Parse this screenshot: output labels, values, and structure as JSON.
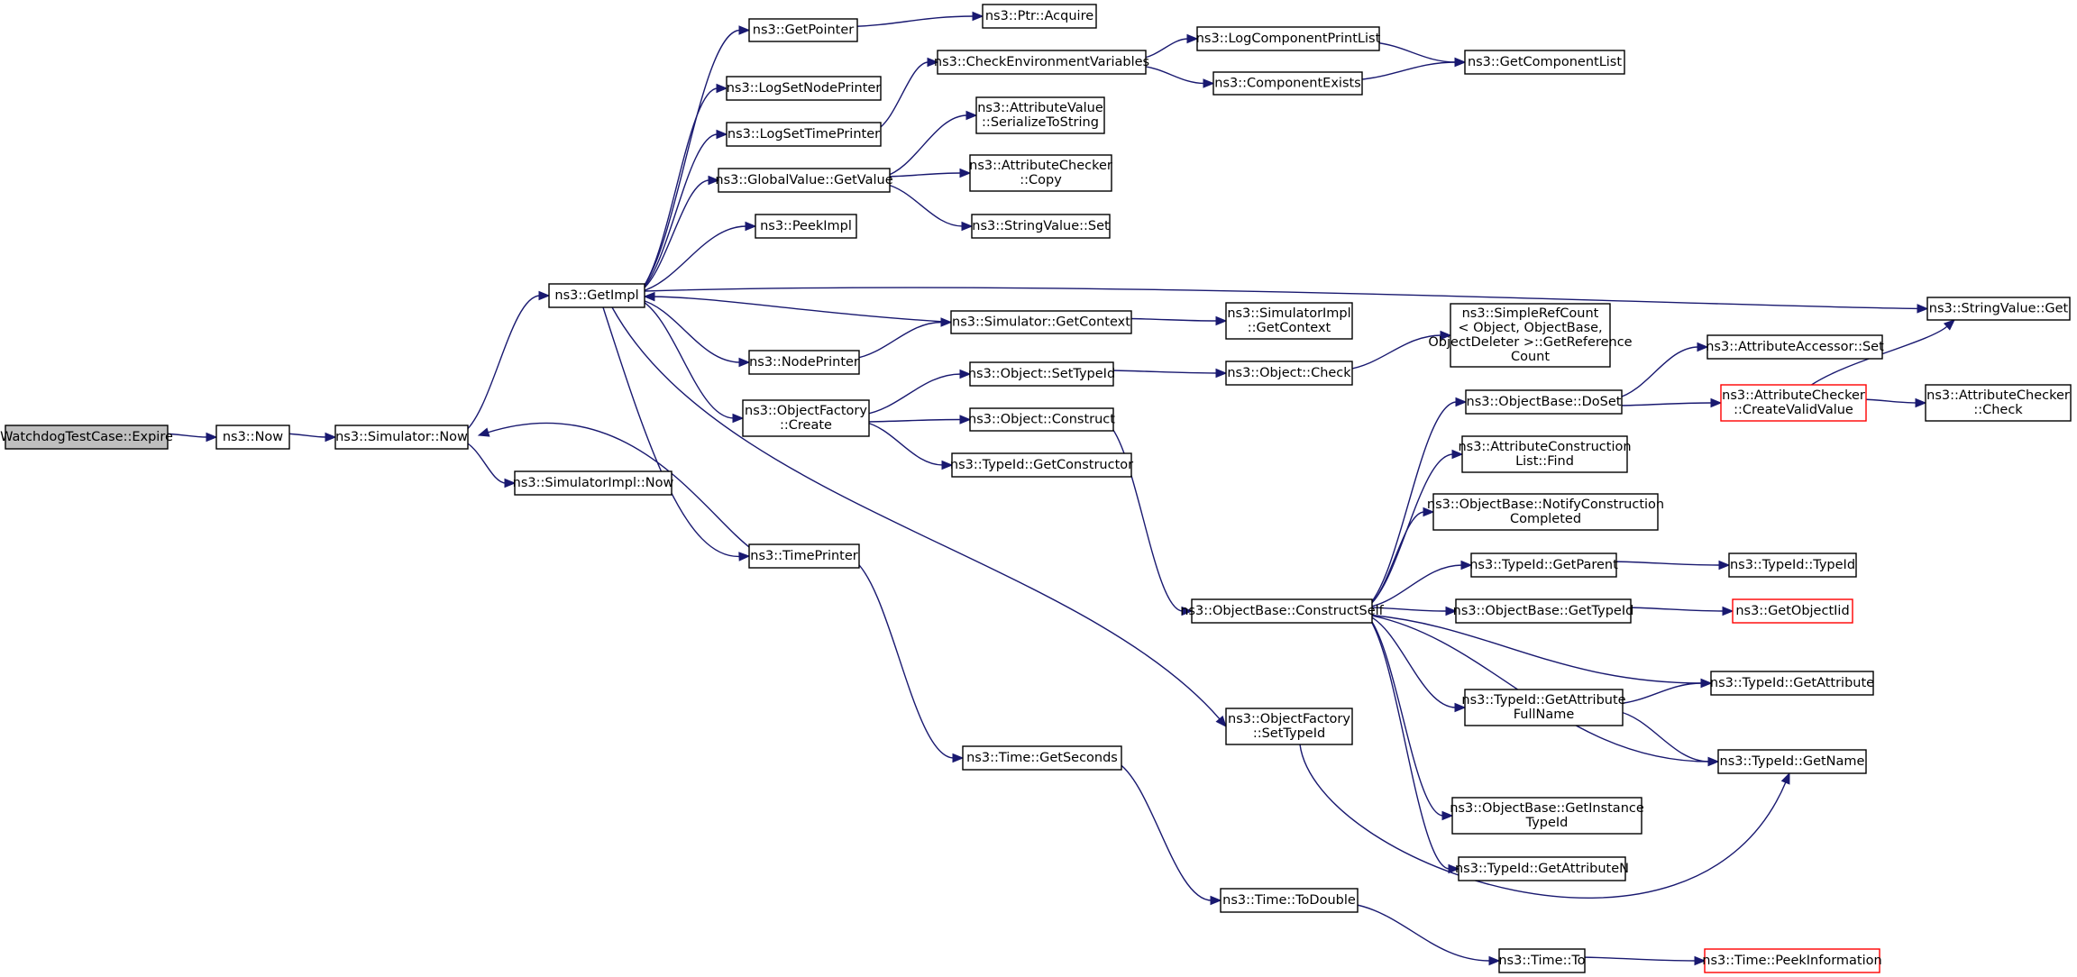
{
  "colors": {
    "edge": "#191970",
    "node_border": "#000000",
    "root_fill": "#bfbfbf",
    "truncated_border": "#ff0000"
  },
  "nodes": {
    "expire": {
      "lines": [
        "WatchdogTestCase::Expire"
      ],
      "style": "root"
    },
    "now": {
      "lines": [
        "ns3::Now"
      ]
    },
    "sim_now": {
      "lines": [
        "ns3::Simulator::Now"
      ]
    },
    "getimpl": {
      "lines": [
        "ns3::GetImpl"
      ]
    },
    "simimpl_now": {
      "lines": [
        "ns3::SimulatorImpl::Now"
      ]
    },
    "getpointer": {
      "lines": [
        "ns3::GetPointer"
      ]
    },
    "ptr_acquire": {
      "lines": [
        "ns3::Ptr::Acquire"
      ]
    },
    "logsetnodeprinter": {
      "lines": [
        "ns3::LogSetNodePrinter"
      ]
    },
    "logsettimeprinter": {
      "lines": [
        "ns3::LogSetTimePrinter"
      ]
    },
    "checkenv": {
      "lines": [
        "ns3::CheckEnvironmentVariables"
      ]
    },
    "logcompprintlist": {
      "lines": [
        "ns3::LogComponentPrintList"
      ]
    },
    "compexists": {
      "lines": [
        "ns3::ComponentExists"
      ]
    },
    "getcomplist": {
      "lines": [
        "ns3::GetComponentList"
      ]
    },
    "gv_getvalue": {
      "lines": [
        "ns3::GlobalValue::GetValue"
      ]
    },
    "av_serialize": {
      "lines": [
        "ns3::AttributeValue",
        "::SerializeToString"
      ]
    },
    "ac_copy": {
      "lines": [
        "ns3::AttributeChecker",
        "::Copy"
      ]
    },
    "sv_set": {
      "lines": [
        "ns3::StringValue::Set"
      ]
    },
    "peekimpl": {
      "lines": [
        "ns3::PeekImpl"
      ]
    },
    "sv_get": {
      "lines": [
        "ns3::StringValue::Get"
      ]
    },
    "sim_getcontext": {
      "lines": [
        "ns3::Simulator::GetContext"
      ]
    },
    "simimpl_getcontext": {
      "lines": [
        "ns3::SimulatorImpl",
        "::GetContext"
      ]
    },
    "nodeprinter": {
      "lines": [
        "ns3::NodePrinter"
      ]
    },
    "simplerefcount": {
      "lines": [
        "ns3::SimpleRefCount",
        "< Object, ObjectBase,",
        "ObjectDeleter >::GetReference",
        "Count"
      ]
    },
    "of_create": {
      "lines": [
        "ns3::ObjectFactory",
        "::Create"
      ]
    },
    "obj_settypeid": {
      "lines": [
        "ns3::Object::SetTypeId"
      ]
    },
    "obj_check": {
      "lines": [
        "ns3::Object::Check"
      ]
    },
    "obj_construct": {
      "lines": [
        "ns3::Object::Construct"
      ]
    },
    "typeid_getctor": {
      "lines": [
        "ns3::TypeId::GetConstructor"
      ]
    },
    "attraccessor_set": {
      "lines": [
        "ns3::AttributeAccessor::Set"
      ]
    },
    "ob_doset": {
      "lines": [
        "ns3::ObjectBase::DoSet"
      ]
    },
    "ac_createvalid": {
      "lines": [
        "ns3::AttributeChecker",
        "::CreateValidValue"
      ],
      "style": "trunc"
    },
    "ac_check": {
      "lines": [
        "ns3::AttributeChecker",
        "::Check"
      ]
    },
    "acl_find": {
      "lines": [
        "ns3::AttributeConstruction",
        "List::Find"
      ]
    },
    "ob_notify": {
      "lines": [
        "ns3::ObjectBase::NotifyConstruction",
        "Completed"
      ]
    },
    "timeprinter": {
      "lines": [
        "ns3::TimePrinter"
      ]
    },
    "typeid_getparent": {
      "lines": [
        "ns3::TypeId::GetParent"
      ]
    },
    "typeid_typeid": {
      "lines": [
        "ns3::TypeId::TypeId"
      ]
    },
    "ob_constructself": {
      "lines": [
        "ns3::ObjectBase::ConstructSelf"
      ]
    },
    "ob_gettypeid": {
      "lines": [
        "ns3::ObjectBase::GetTypeId"
      ]
    },
    "getobjectiid": {
      "lines": [
        "ns3::GetObjectIid"
      ],
      "style": "trunc"
    },
    "typeid_getattribute": {
      "lines": [
        "ns3::TypeId::GetAttribute"
      ]
    },
    "typeid_getattrfullname": {
      "lines": [
        "ns3::TypeId::GetAttribute",
        "FullName"
      ]
    },
    "of_settypeid": {
      "lines": [
        "ns3::ObjectFactory",
        "::SetTypeId"
      ]
    },
    "time_getseconds": {
      "lines": [
        "ns3::Time::GetSeconds"
      ]
    },
    "typeid_getname": {
      "lines": [
        "ns3::TypeId::GetName"
      ]
    },
    "ob_getinstancetypeid": {
      "lines": [
        "ns3::ObjectBase::GetInstance",
        "TypeId"
      ]
    },
    "typeid_getattributen": {
      "lines": [
        "ns3::TypeId::GetAttributeN"
      ]
    },
    "time_todouble": {
      "lines": [
        "ns3::Time::ToDouble"
      ]
    },
    "time_to": {
      "lines": [
        "ns3::Time::To"
      ]
    },
    "time_peekinfo": {
      "lines": [
        "ns3::Time::PeekInformation"
      ],
      "style": "trunc"
    }
  },
  "edges": [
    [
      "expire",
      "now"
    ],
    [
      "now",
      "sim_now"
    ],
    [
      "sim_now",
      "getimpl"
    ],
    [
      "sim_now",
      "simimpl_now"
    ],
    [
      "getimpl",
      "getpointer"
    ],
    [
      "getpointer",
      "ptr_acquire"
    ],
    [
      "getimpl",
      "logsetnodeprinter"
    ],
    [
      "getimpl",
      "logsettimeprinter"
    ],
    [
      "logsettimeprinter",
      "checkenv"
    ],
    [
      "checkenv",
      "logcompprintlist"
    ],
    [
      "checkenv",
      "compexists"
    ],
    [
      "logcompprintlist",
      "getcomplist"
    ],
    [
      "compexists",
      "getcomplist"
    ],
    [
      "getimpl",
      "gv_getvalue"
    ],
    [
      "gv_getvalue",
      "av_serialize"
    ],
    [
      "gv_getvalue",
      "ac_copy"
    ],
    [
      "gv_getvalue",
      "sv_set"
    ],
    [
      "getimpl",
      "peekimpl"
    ],
    [
      "getimpl",
      "sv_get"
    ],
    [
      "sim_getcontext",
      "getimpl"
    ],
    [
      "getimpl",
      "nodeprinter"
    ],
    [
      "nodeprinter",
      "sim_getcontext"
    ],
    [
      "sim_getcontext",
      "simimpl_getcontext"
    ],
    [
      "getimpl",
      "of_create"
    ],
    [
      "of_create",
      "obj_settypeid"
    ],
    [
      "of_create",
      "obj_construct"
    ],
    [
      "of_create",
      "typeid_getctor"
    ],
    [
      "obj_settypeid",
      "obj_check"
    ],
    [
      "obj_check",
      "simplerefcount"
    ],
    [
      "obj_construct",
      "ob_constructself"
    ],
    [
      "getimpl",
      "timeprinter"
    ],
    [
      "timeprinter",
      "sim_now"
    ],
    [
      "timeprinter",
      "time_getseconds"
    ],
    [
      "getimpl",
      "of_settypeid"
    ],
    [
      "of_settypeid",
      "typeid_getname"
    ],
    [
      "ob_constructself",
      "ob_doset"
    ],
    [
      "ob_constructself",
      "acl_find"
    ],
    [
      "ob_constructself",
      "ob_notify"
    ],
    [
      "ob_constructself",
      "typeid_getparent"
    ],
    [
      "ob_constructself",
      "ob_gettypeid"
    ],
    [
      "ob_constructself",
      "typeid_getattribute"
    ],
    [
      "ob_constructself",
      "typeid_getattrfullname"
    ],
    [
      "ob_constructself",
      "typeid_getname"
    ],
    [
      "ob_constructself",
      "ob_getinstancetypeid"
    ],
    [
      "ob_constructself",
      "typeid_getattributen"
    ],
    [
      "ob_doset",
      "attraccessor_set"
    ],
    [
      "ob_doset",
      "ac_createvalid"
    ],
    [
      "ac_createvalid",
      "sv_get"
    ],
    [
      "ac_createvalid",
      "ac_check"
    ],
    [
      "typeid_getparent",
      "typeid_typeid"
    ],
    [
      "ob_gettypeid",
      "getobjectiid"
    ],
    [
      "typeid_getattrfullname",
      "typeid_getattribute"
    ],
    [
      "typeid_getattrfullname",
      "typeid_getname"
    ],
    [
      "time_getseconds",
      "time_todouble"
    ],
    [
      "time_todouble",
      "time_to"
    ],
    [
      "time_to",
      "time_peekinfo"
    ]
  ]
}
